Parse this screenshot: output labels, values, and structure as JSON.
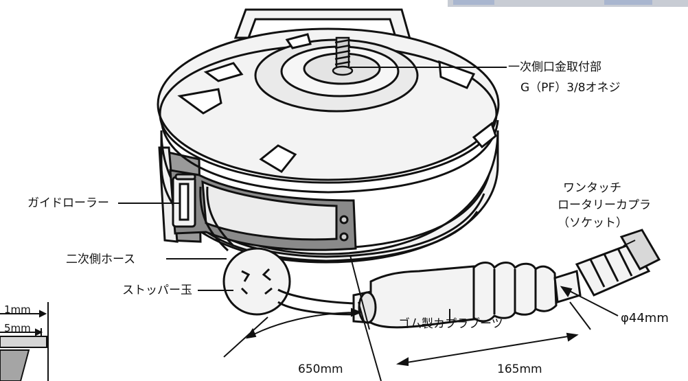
{
  "labels": {
    "primary_fitting": "一次側口金取付部",
    "primary_thread": "G（PF）3/8オネジ",
    "guide_roller": "ガイドローラー",
    "secondary_hose": "二次側ホース",
    "stopper_ball": "ストッパー玉",
    "coupler_line1": "ワンタッチ",
    "coupler_line2": "ロータリーカプラ",
    "coupler_line3": "（ソケット）",
    "rubber_boot": "ゴム製カプラブーツ"
  },
  "dimensions": {
    "hose_length": "650mm",
    "boot_length": "165mm",
    "coupler_diameter": "φ44mm",
    "left_dim_1": "1mm",
    "left_dim_2": "5mm"
  },
  "colors": {
    "line": "#111111",
    "body_fill": "#f3f3f3",
    "plate_fill": "#8a8a8a",
    "light_gray": "#d9d9d9"
  }
}
